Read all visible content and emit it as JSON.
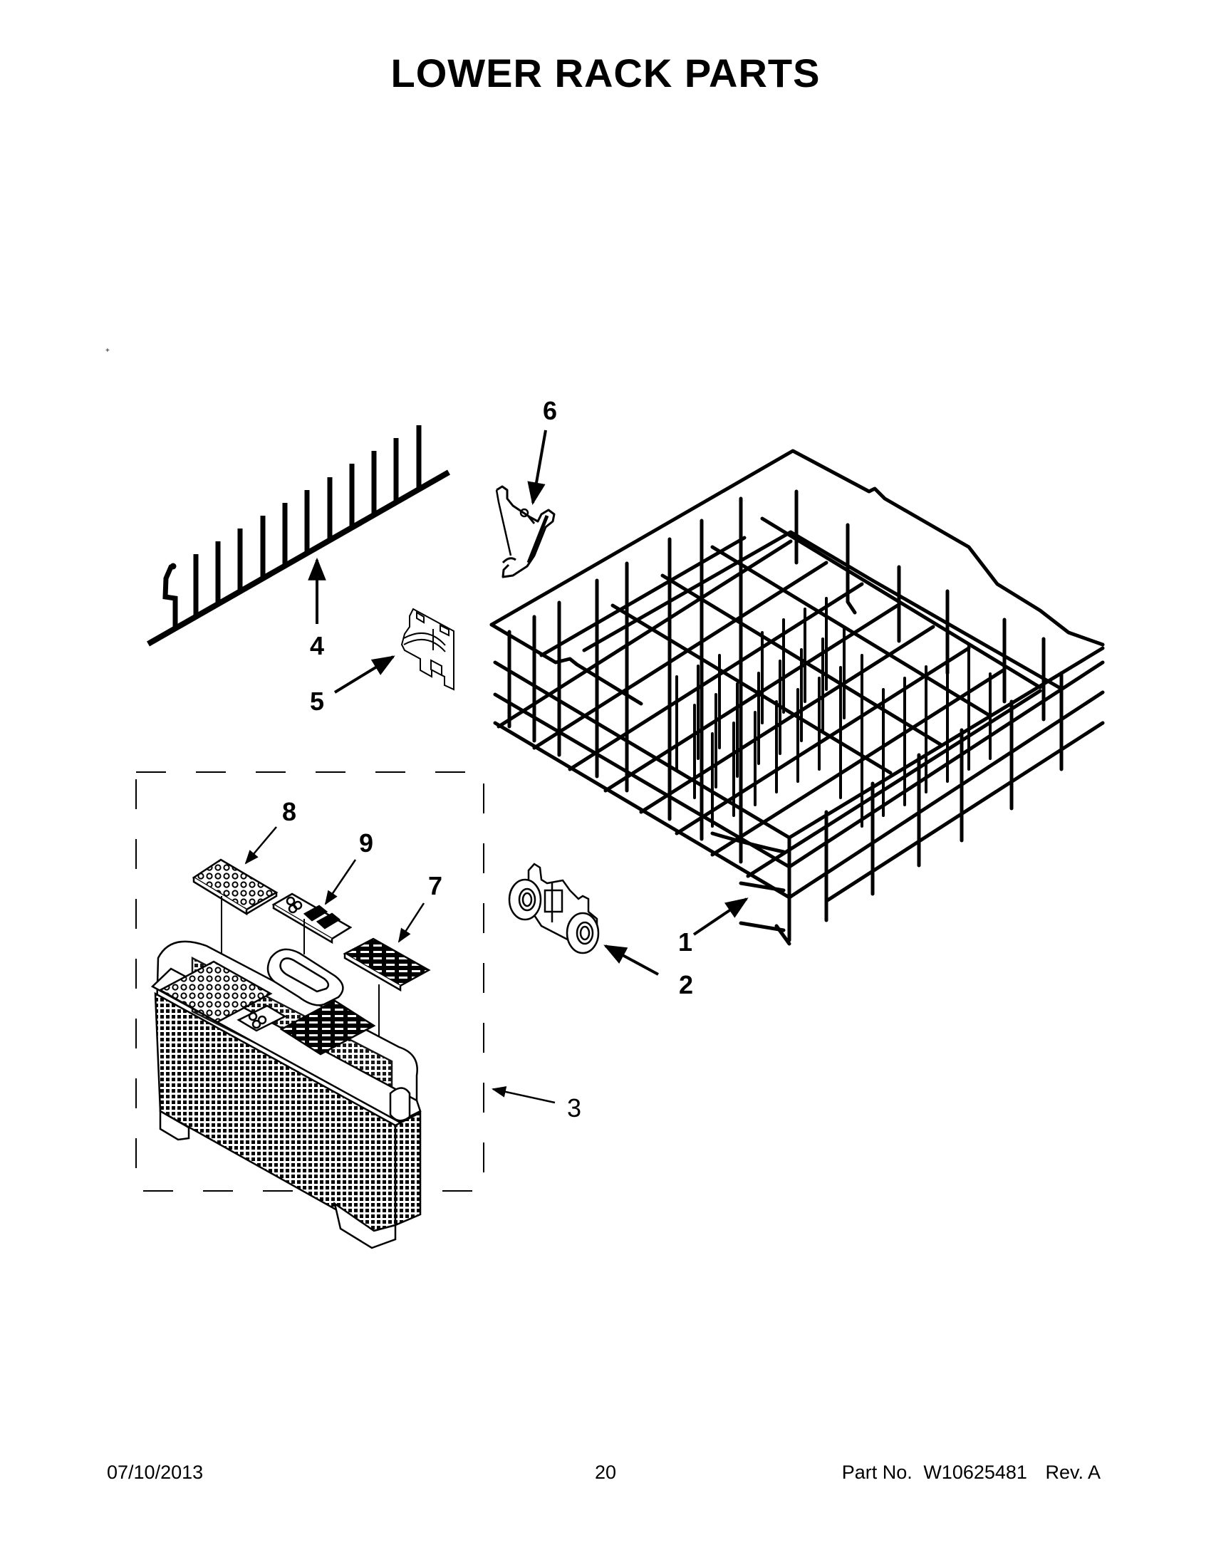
{
  "page": {
    "title": "LOWER RACK PARTS"
  },
  "callouts": [
    {
      "id": "1",
      "label": "1",
      "part": "lower-rack"
    },
    {
      "id": "2",
      "label": "2",
      "part": "rack-roller"
    },
    {
      "id": "3",
      "label": "3",
      "part": "silverware-basket-assembly"
    },
    {
      "id": "4",
      "label": "4",
      "part": "tine-row"
    },
    {
      "id": "5",
      "label": "5",
      "part": "tine-clip"
    },
    {
      "id": "6",
      "label": "6",
      "part": "rack-bumper-clip"
    },
    {
      "id": "7",
      "label": "7",
      "part": "basket-lid-right"
    },
    {
      "id": "8",
      "label": "8",
      "part": "basket-lid-left"
    },
    {
      "id": "9",
      "label": "9",
      "part": "basket-lid-center"
    }
  ],
  "footer": {
    "date": "07/10/2013",
    "page_number": "20",
    "part_no_label": "Part No.",
    "part_no": "W10625481",
    "revision": "Rev.  A"
  },
  "colors": {
    "ink": "#000000",
    "paper": "#ffffff"
  }
}
